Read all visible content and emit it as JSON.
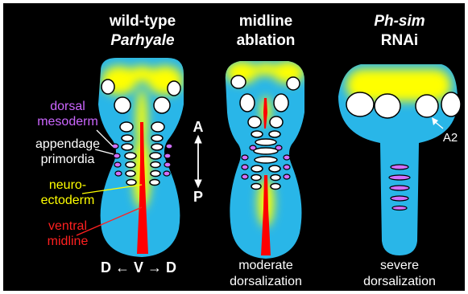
{
  "columns": [
    {
      "title_line1": "wild-type",
      "title_line2": "Parhyale",
      "caption_line1": "",
      "caption_line2": ""
    },
    {
      "title_line1": "midline",
      "title_line2": "ablation",
      "caption_line1": "moderate",
      "caption_line2": "dorsalization"
    },
    {
      "title_line1": "Ph-sim",
      "title_line2": "RNAi",
      "caption_line1": "severe",
      "caption_line2": "dorsalization"
    }
  ],
  "labels": {
    "dorsal_mesoderm_1": "dorsal",
    "dorsal_mesoderm_2": "mesoderm",
    "appendage_1": "appendage",
    "appendage_2": "primordia",
    "neuro_1": "neuro-",
    "neuro_2": "ectoderm",
    "ventral_1": "ventral",
    "ventral_2": "midline",
    "axis_anterior": "A",
    "axis_posterior": "P",
    "dv_axis": "D ← V → D",
    "segment_label": "A2"
  },
  "colors": {
    "background": "#000000",
    "embryo_body": "#29b6e8",
    "neuroectoderm": "#ffff00",
    "midline": "#ff0000",
    "appendage": "#ffffff",
    "mesoderm": "#d070ff",
    "label_dorsal_mesoderm": "#cc66ff",
    "label_appendage": "#ffffff",
    "label_neuroectoderm": "#ffff00",
    "label_ventral_midline": "#ff2020"
  }
}
